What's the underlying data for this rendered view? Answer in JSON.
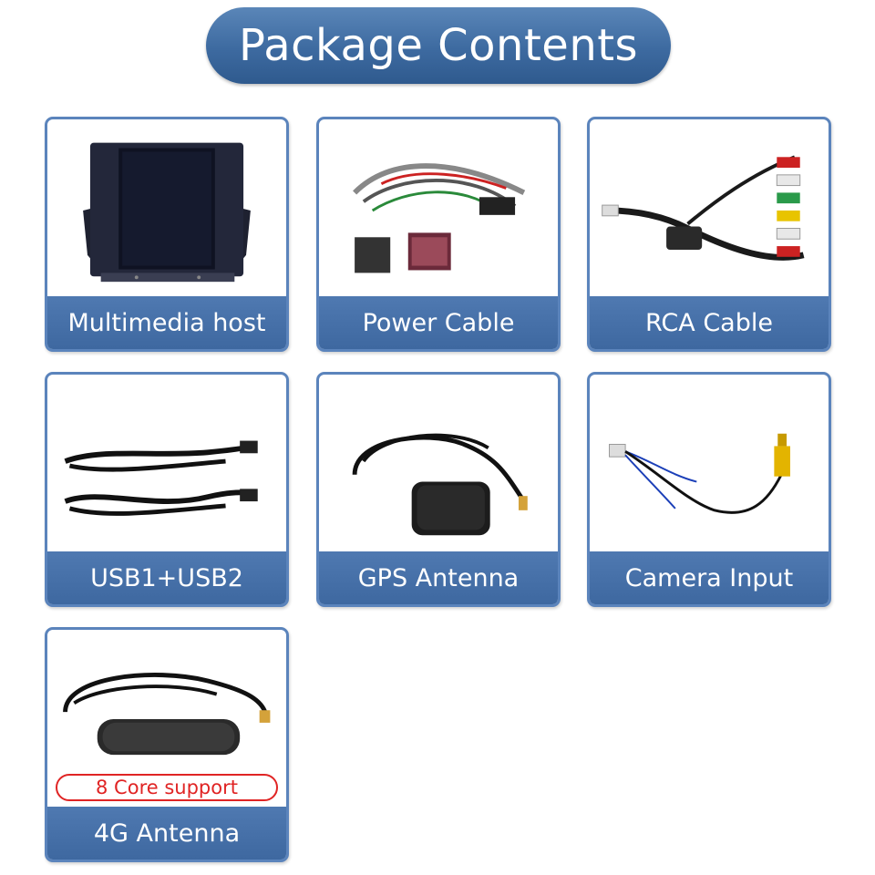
{
  "title": "Package Contents",
  "items": [
    {
      "label": "Multimedia host",
      "icon": "multimedia-host-image"
    },
    {
      "label": "Power Cable",
      "icon": "power-cable-image"
    },
    {
      "label": "RCA Cable",
      "icon": "rca-cable-image"
    },
    {
      "label": "USB1+USB2",
      "icon": "usb-cables-image"
    },
    {
      "label": "GPS Antenna",
      "icon": "gps-antenna-image"
    },
    {
      "label": "Camera Input",
      "icon": "camera-input-cable-image"
    },
    {
      "label": "4G Antenna",
      "icon": "4g-antenna-image",
      "badge": "8 Core support"
    }
  ],
  "colors": {
    "accent_blue": "#3e68a0",
    "badge_red": "#e02424"
  }
}
